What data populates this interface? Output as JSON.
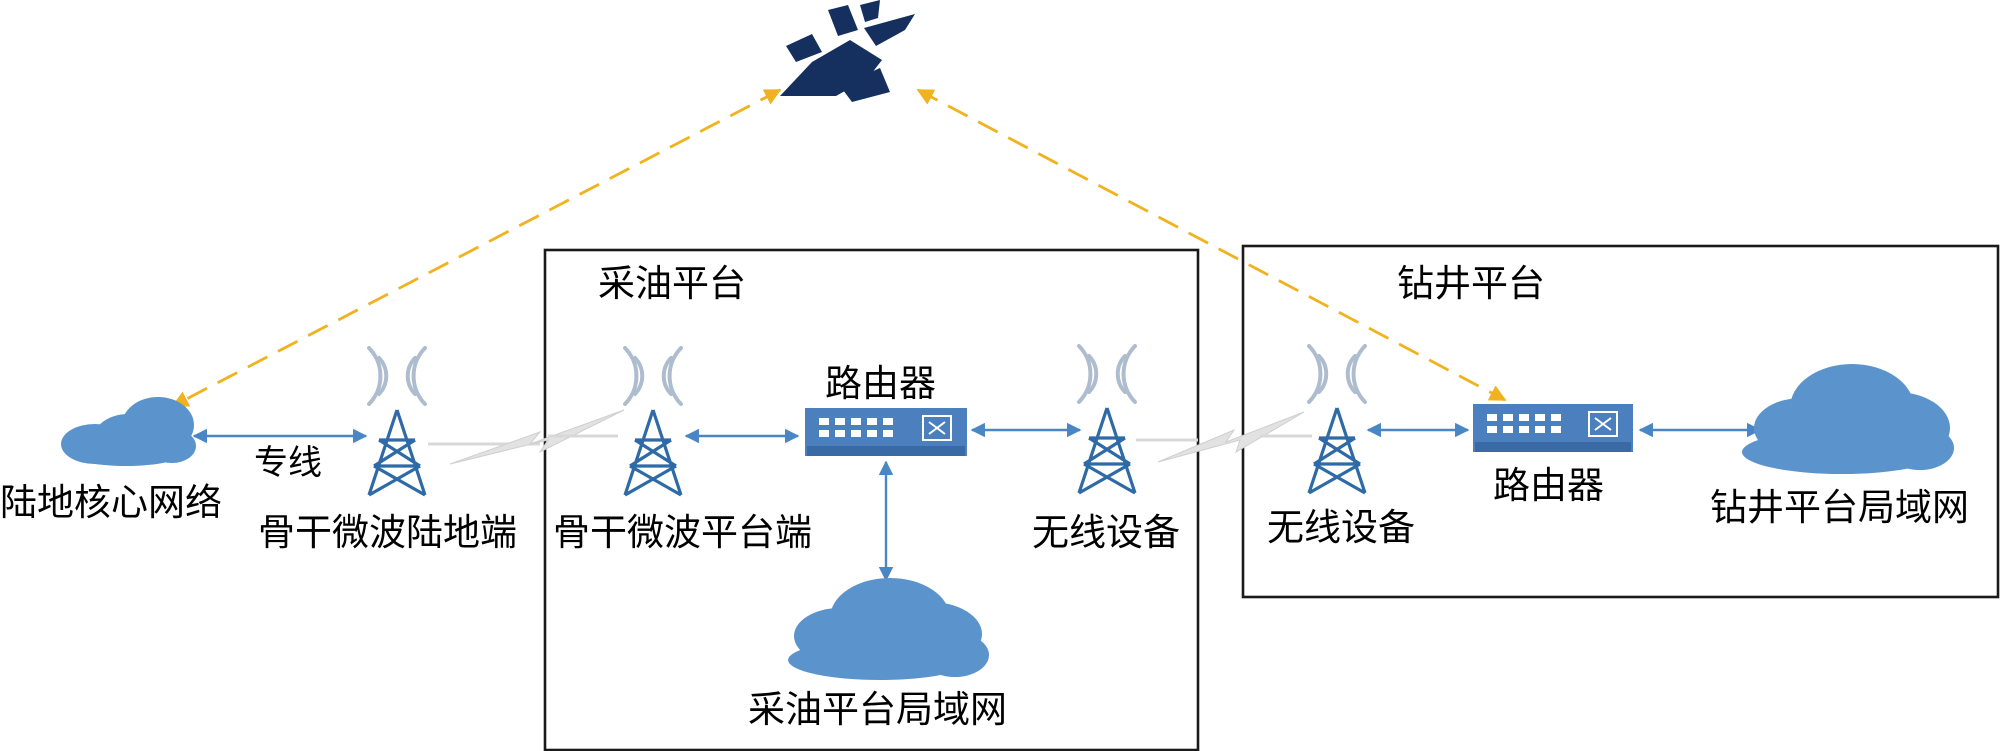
{
  "diagram": {
    "platforms": {
      "production": {
        "title": "采油平台"
      },
      "drilling": {
        "title": "钻井平台"
      }
    },
    "nodes": {
      "land_core": {
        "label": "陆地核心网络"
      },
      "dedicated_line": {
        "label": "专线"
      },
      "mw_land": {
        "label": "骨干微波陆地端"
      },
      "mw_platform": {
        "label": "骨干微波平台端"
      },
      "router_production": {
        "label": "路由器"
      },
      "wireless_production": {
        "label": "无线设备"
      },
      "lan_production": {
        "label": "采油平台局域网"
      },
      "wireless_drilling": {
        "label": "无线设备"
      },
      "router_drilling": {
        "label": "路由器"
      },
      "lan_drilling": {
        "label": "钻井平台局域网"
      }
    },
    "icons": [
      "satellite-icon",
      "cloud-icon",
      "antenna-tower-icon",
      "router-icon",
      "wireless-link-bolt-icon"
    ],
    "colors": {
      "link": "#4a86c4",
      "satellite_link": "#f0b21e",
      "cloud": "#5b94cd",
      "tower": "#2e6aa6",
      "satellite": "#15305e"
    }
  }
}
